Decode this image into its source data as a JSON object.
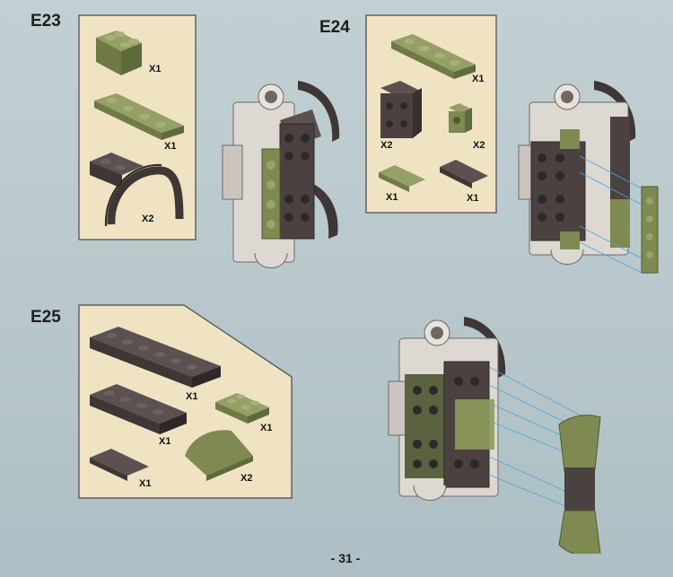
{
  "steps": [
    {
      "id": "E23",
      "label": "E23",
      "parts": [
        {
          "name": "olive 2x2 brick",
          "color": "#7e8a52",
          "qty": "X1"
        },
        {
          "name": "olive 1x4 plate",
          "color": "#7e8a52",
          "qty": "X1"
        },
        {
          "name": "dark brown arch / mudguard",
          "color": "#4a4140",
          "qty": "X2"
        }
      ]
    },
    {
      "id": "E24",
      "label": "E24",
      "parts": [
        {
          "name": "olive 1x4 plate",
          "color": "#7e8a52",
          "qty": "X1"
        },
        {
          "name": "dark brown 2x2 bracket",
          "color": "#4a4140",
          "qty": "X2"
        },
        {
          "name": "olive 1x1 bracket",
          "color": "#7e8a52",
          "qty": "X2"
        },
        {
          "name": "olive 1x2 tile",
          "color": "#7e8a52",
          "qty": "X1"
        },
        {
          "name": "dark brown 1x2 tile",
          "color": "#4a4140",
          "qty": "X1"
        }
      ]
    },
    {
      "id": "E25",
      "label": "E25",
      "parts": [
        {
          "name": "dark brown 2x6 plate",
          "color": "#4a4140",
          "qty": "X1"
        },
        {
          "name": "dark brown 2x4 plate",
          "color": "#4a4140",
          "qty": "X1"
        },
        {
          "name": "olive 2x2 plate",
          "color": "#7e8a52",
          "qty": "X1"
        },
        {
          "name": "dark brown 2x2 tile",
          "color": "#4a4140",
          "qty": "X1"
        },
        {
          "name": "olive curved slope",
          "color": "#7e8a52",
          "qty": "X2"
        }
      ]
    }
  ],
  "page_number": "- 31 -",
  "colors": {
    "page_background": "#b9c8cc",
    "parts_panel": "#efe3c3",
    "olive": "#7e8a52",
    "dark_brown": "#4a4140",
    "light_gray": "#d4cdc8",
    "guide_lines": "#4aa6d8"
  }
}
